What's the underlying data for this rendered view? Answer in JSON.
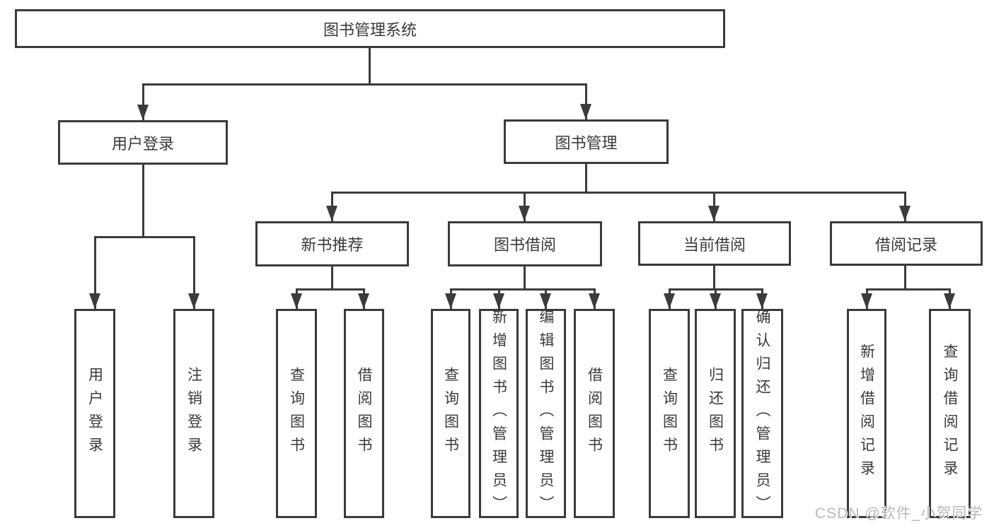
{
  "colors": {
    "line": "#3b3b3b",
    "box_border": "#3b3b3b",
    "text": "#3a3a3a",
    "background": "#ffffff",
    "watermark": "#b9b9b9"
  },
  "root": {
    "label": "图书管理系统"
  },
  "branches": {
    "user_login": {
      "label": "用户登录",
      "children": [
        "用户登录",
        "注销登录"
      ]
    },
    "book_management": {
      "label": "图书管理",
      "groups": {
        "new_book_recommend": {
          "label": "新书推荐",
          "children": [
            "查询图书",
            "借阅图书"
          ]
        },
        "book_borrowing": {
          "label": "图书借阅",
          "children": [
            "查询图书",
            "新增图书（管理员）",
            "编辑图书（管理员）",
            "借阅图书"
          ]
        },
        "current_borrowing": {
          "label": "当前借阅",
          "children": [
            "查询图书",
            "归还图书",
            "确认归还（管理员）"
          ]
        },
        "borrowing_records": {
          "label": "借阅记录",
          "children": [
            "新增借阅记录",
            "查询借阅记录"
          ]
        }
      }
    }
  },
  "watermark": "CSDN @软件_小贺同学"
}
